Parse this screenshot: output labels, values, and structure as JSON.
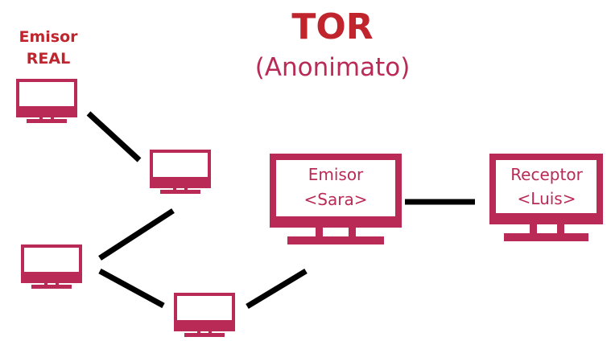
{
  "title": "TOR",
  "subtitle": "(Anonimato)",
  "real_sender": {
    "line1": "Emisor",
    "line2": "REAL"
  },
  "sender": {
    "line1": "Emisor",
    "line2": "<Sara>"
  },
  "receiver": {
    "line1": "Receptor",
    "line2": "<Luis>"
  },
  "colors": {
    "title": "#c0242d",
    "computer": "#b92b56",
    "link": "#000000"
  }
}
